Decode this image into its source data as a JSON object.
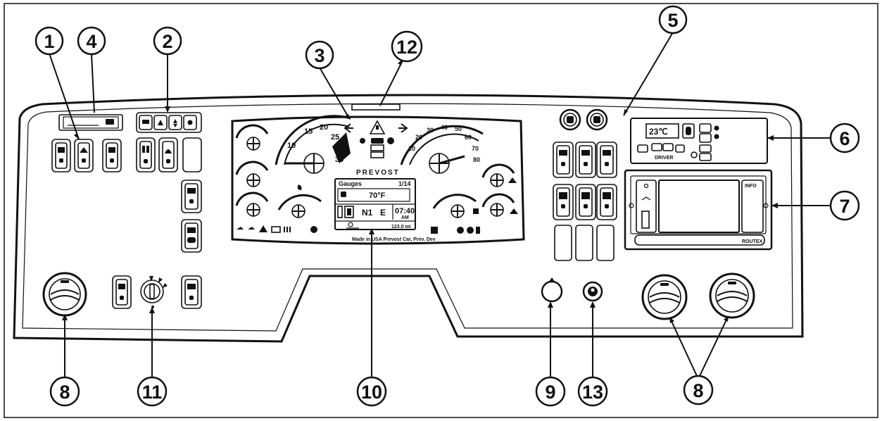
{
  "callouts": [
    {
      "label": "1"
    },
    {
      "label": "4"
    },
    {
      "label": "2"
    },
    {
      "label": "3"
    },
    {
      "label": "12"
    },
    {
      "label": "5"
    },
    {
      "label": "6"
    },
    {
      "label": "7"
    },
    {
      "label": "8"
    },
    {
      "label": "11"
    },
    {
      "label": "10"
    },
    {
      "label": "9"
    },
    {
      "label": "13"
    },
    {
      "label": "8"
    }
  ],
  "cluster": {
    "brand": "PREVOST",
    "speed_ticks": [
      "10",
      "15",
      "20",
      "25",
      "30"
    ],
    "rpm_ticks": [
      "10",
      "20",
      "30",
      "40",
      "50",
      "60",
      "70",
      "80"
    ],
    "footer": "Made in USA  Prevost Car, Prev. Dev"
  },
  "display": {
    "header_left": "Gauges",
    "header_right": "1/14",
    "temp": "70°F",
    "gear_left": "N1",
    "gear_right": "E",
    "clock": "07:40",
    "clock_ampm": "AM",
    "odo": "123.0 mi"
  },
  "hvac": {
    "temp": "23℃",
    "label": "DRIVER"
  },
  "infotainment": {
    "side_label": "INFO",
    "brand": "ROUTEX"
  }
}
